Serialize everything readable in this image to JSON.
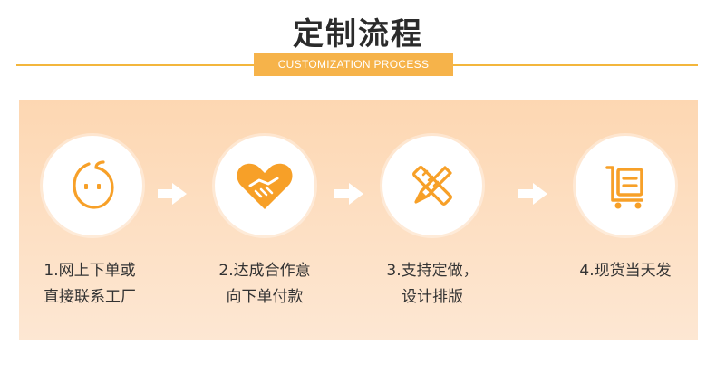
{
  "header": {
    "title": "定制流程",
    "subtitle": "CUSTOMIZATION PROCESS"
  },
  "colors": {
    "accent": "#f6b34a",
    "icon": "#f7a028",
    "panel_top": "#fdd7b2",
    "panel_bottom": "#fde7d3"
  },
  "steps": [
    {
      "icon": "chat-bubble-face-icon",
      "line1": "1.网上下单或",
      "line2": "直接联系工厂"
    },
    {
      "icon": "handshake-heart-icon",
      "line1": "2.达成合作意",
      "line2": "向下单付款"
    },
    {
      "icon": "ruler-pencil-icon",
      "line1": "3.支持定做，",
      "line2": "设计排版"
    },
    {
      "icon": "cart-box-icon",
      "line1": "4.现货当天发",
      "line2": ""
    }
  ]
}
